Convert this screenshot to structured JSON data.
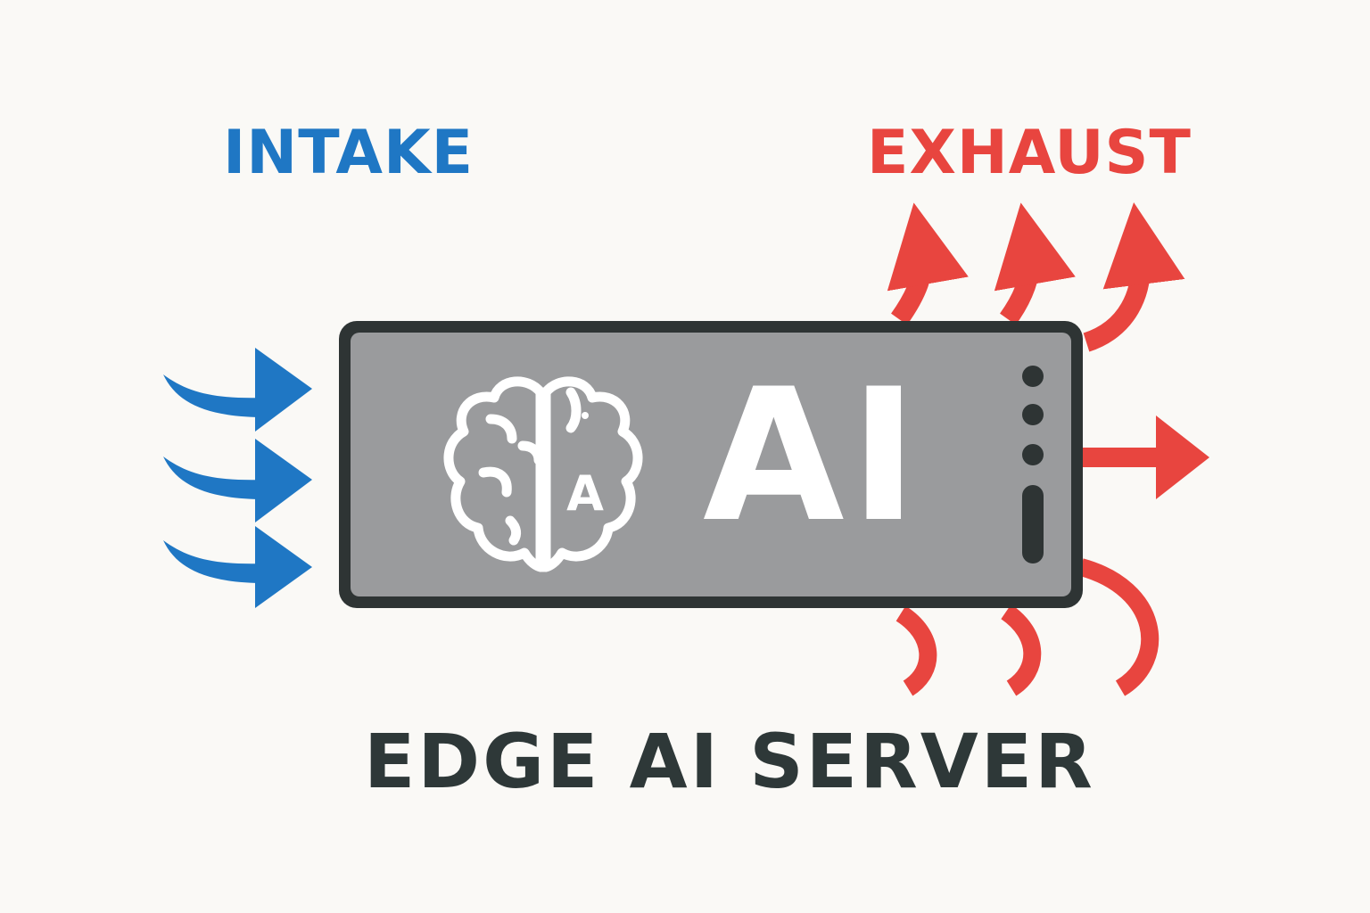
{
  "labels": {
    "intake": "INTAKE",
    "exhaust": "EXHAUST",
    "title": "EDGE AI SERVER"
  },
  "server": {
    "ai_text": "AI",
    "brain_letter": "A",
    "status_lights": 3
  },
  "colors": {
    "intake": "#1f77c4",
    "exhaust": "#e8453f",
    "title": "#2e3838",
    "server_body": "#9a9b9d",
    "server_outline": "#2e3434",
    "server_text": "#ffffff",
    "background": "#faf9f6"
  },
  "icons": {
    "brain": "brain-icon",
    "intake_arrow": "airflow-arrow-icon",
    "exhaust_arrow": "heat-arrow-icon"
  }
}
